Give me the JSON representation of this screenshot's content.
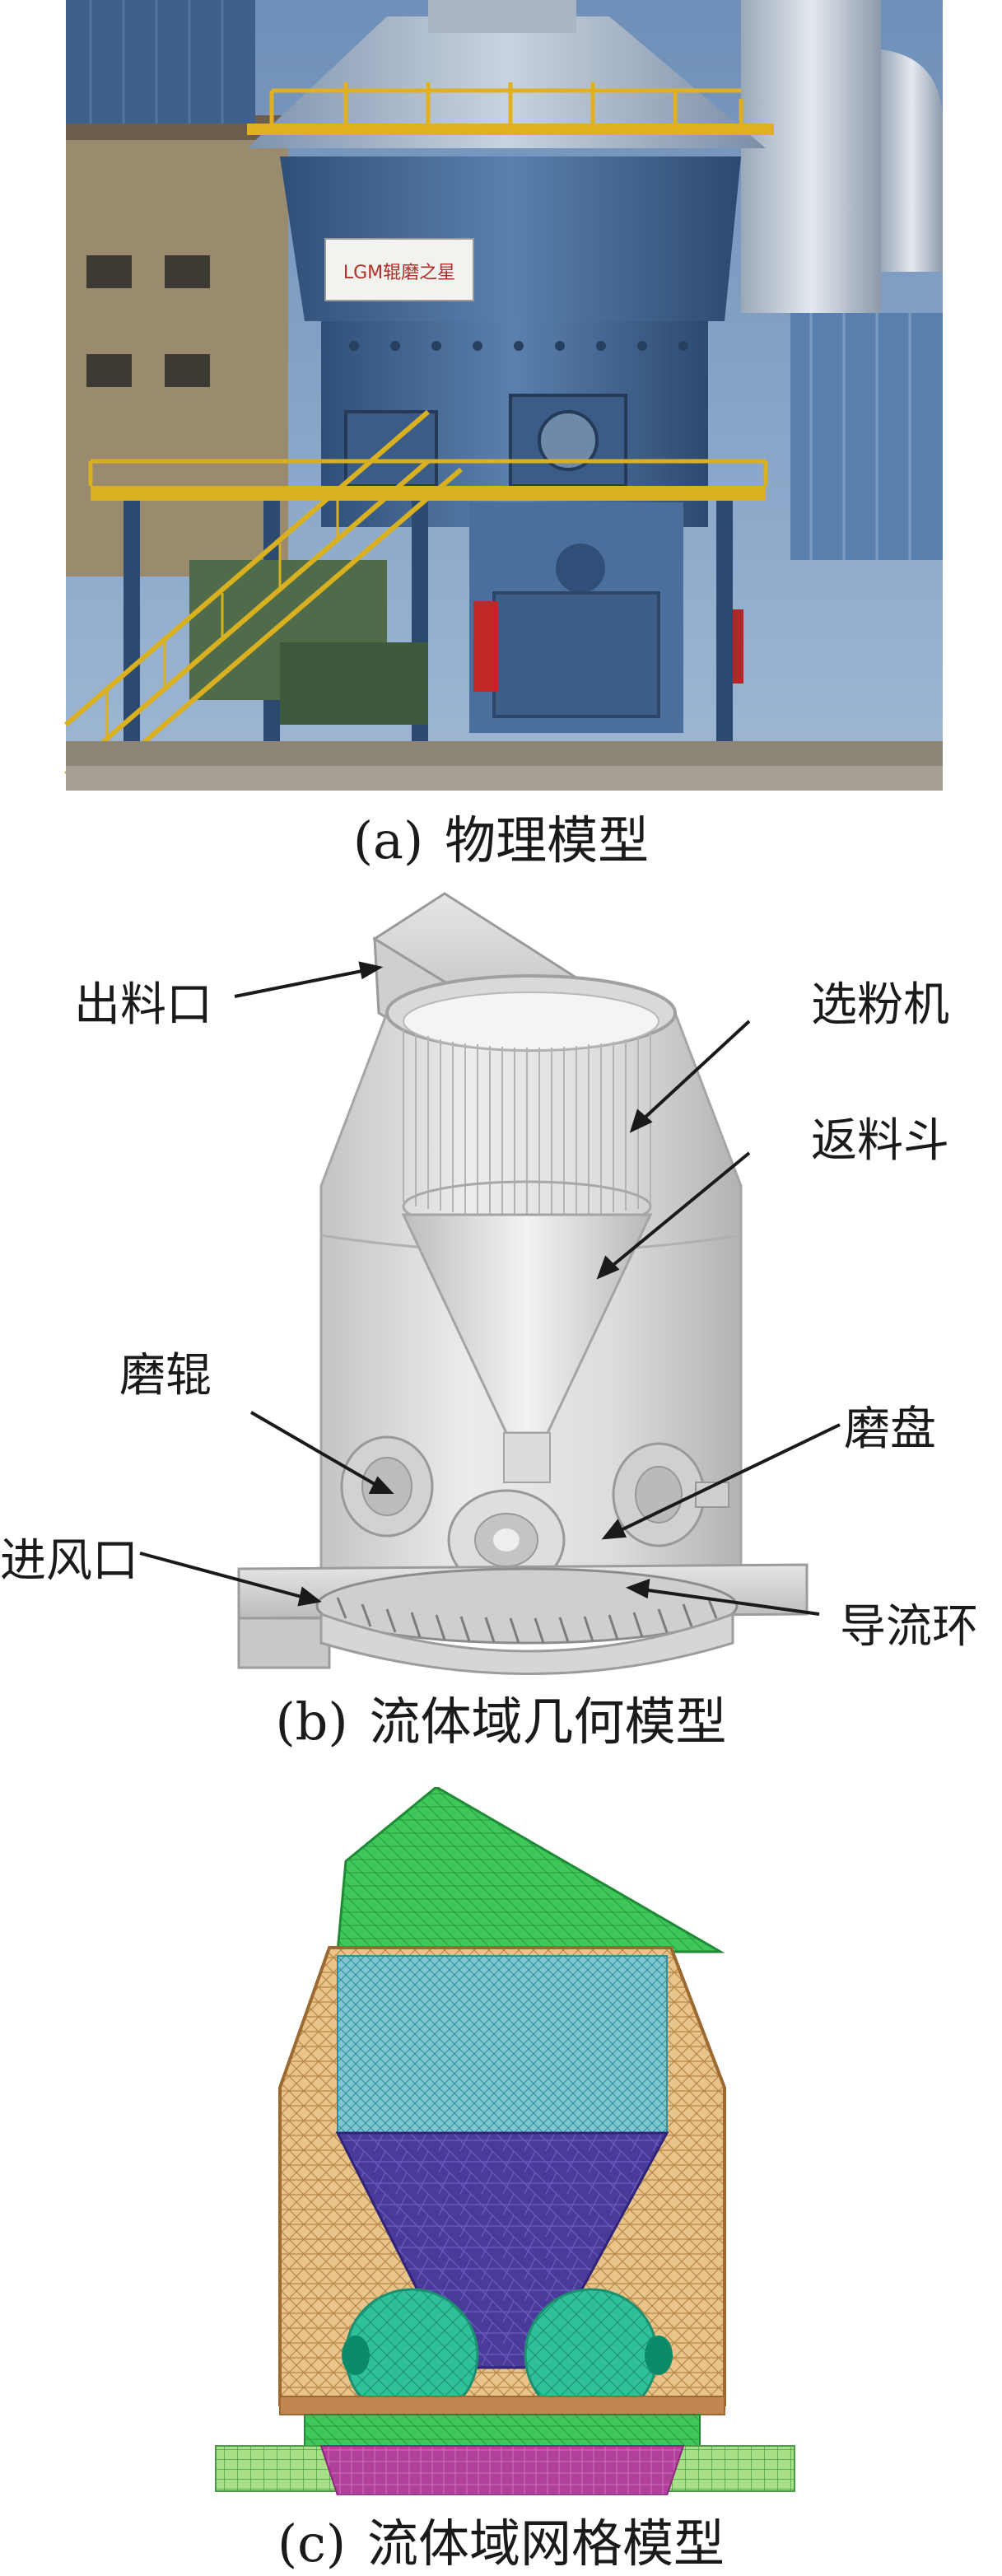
{
  "panels": {
    "a": {
      "tag": "(a)",
      "caption": "物理模型",
      "sign_text": "LGM辊磨之星"
    },
    "b": {
      "tag": "(b)",
      "caption": "流体域几何模型",
      "labels": {
        "outlet": "出料口",
        "separator": "选粉机",
        "return_hopper": "返料斗",
        "roller": "磨辊",
        "disc": "磨盘",
        "inlet": "进风口",
        "guide_ring": "导流环"
      }
    },
    "c": {
      "tag": "(c)",
      "caption": "流体域网格模型"
    }
  },
  "colors": {
    "mesh_orange": "#c8a060",
    "mesh_green": "#3fc85a",
    "mesh_cyan": "#2aa8b8",
    "mesh_purple": "#4a3a9a",
    "mesh_magenta": "#b0409a",
    "mesh_light_green": "#a8e088",
    "steel_blue": "#4a6f9c"
  }
}
